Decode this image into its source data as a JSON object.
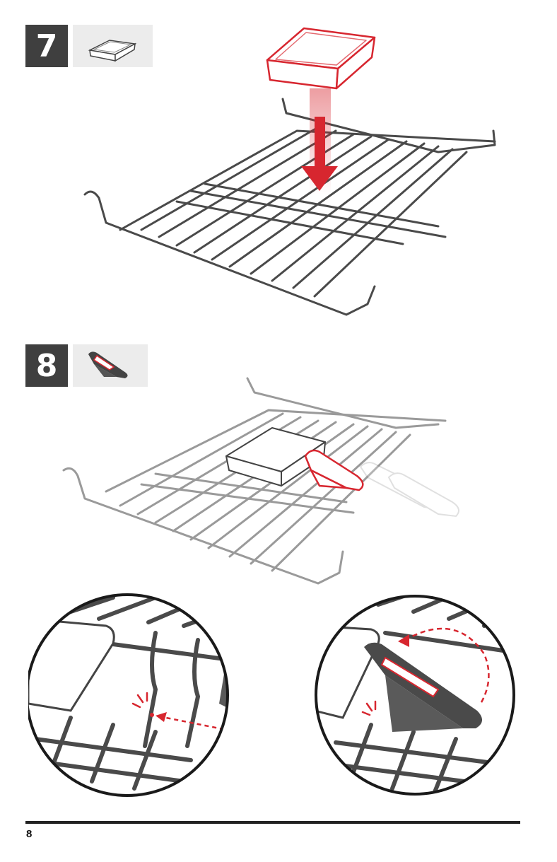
{
  "steps": [
    {
      "number": "7",
      "thumb_icon": "tray-icon"
    },
    {
      "number": "8",
      "thumb_icon": "clip-icon"
    }
  ],
  "page_number": "8",
  "colors": {
    "badge": "#3f3f3f",
    "accent": "#d7262f",
    "wire": "#4a4a4a",
    "thumb_bg": "#ececec"
  }
}
